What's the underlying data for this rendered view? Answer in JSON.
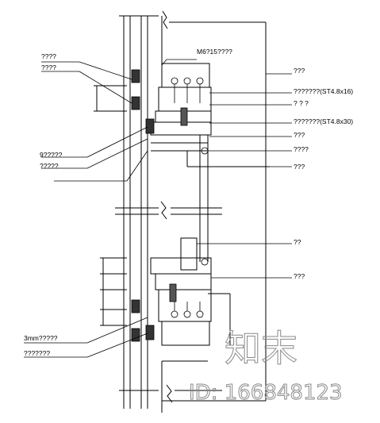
{
  "labels": {
    "left": [
      "????",
      "????",
      "9?????",
      "?????",
      "3mm?????",
      "???????"
    ],
    "top": "M6?15????",
    "right": [
      "???",
      "???????(ST4.8x16)",
      "? ? ?",
      "???????(ST4.8x30)",
      "???",
      "????",
      "???",
      "??",
      "???"
    ]
  },
  "watermark": {
    "logo": "知末",
    "id": "ID: 166848123"
  }
}
